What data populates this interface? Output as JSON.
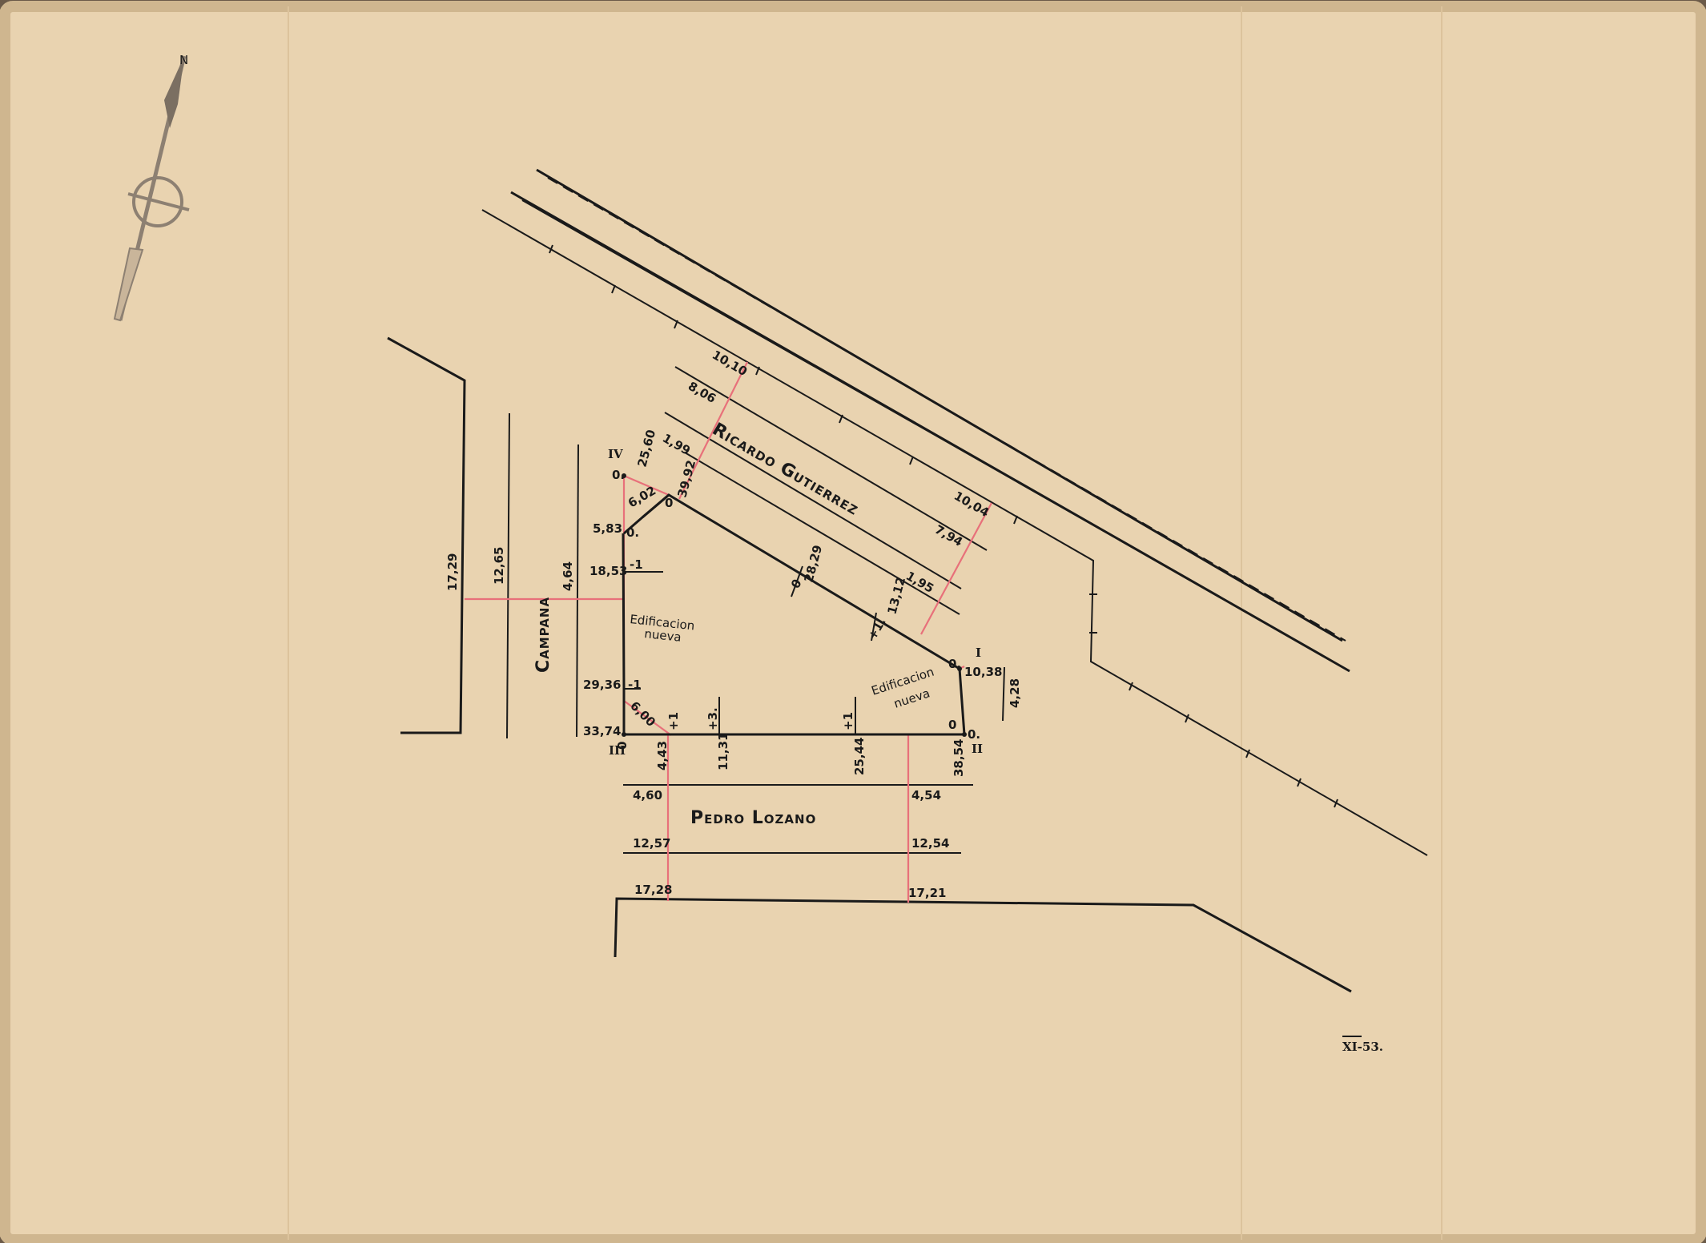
{
  "sheet_ref": "XI-53.",
  "north_label": "N",
  "streets": {
    "ricardo": "Ricardo Gutierrez",
    "campana": "Campana",
    "pedro": "Pedro Lozano"
  },
  "vertices": [
    "IV",
    "I",
    "II",
    "III"
  ],
  "notes": [
    "Edificacion",
    "nueva",
    "Edificacion",
    "nueva"
  ],
  "measures": {
    "r_1010": "10,10",
    "r_806": "8,06",
    "r_199": "1,99",
    "r_1004": "10,04",
    "r_794": "7,94",
    "r_195": "1,95",
    "c_1729": "17,29",
    "c_1265": "12,65",
    "c_464": "4,64",
    "v4_2560": "25,60",
    "v_3992": "39,92",
    "v_602": "6,02",
    "l_583": "5,83",
    "l_1853": "18,53",
    "l_2936": "29,36",
    "l_3374": "33,74",
    "d_600": "6,00",
    "b_443": "4,43",
    "b_1131": "11,31",
    "b_2544": "25,44",
    "b_3854": "38,54",
    "d_2829": "28,29",
    "d_1312": "13,12",
    "i_1038": "10,38",
    "i_428": "4,28",
    "p_460": "4,60",
    "p_454": "4,54",
    "p_1257": "12,57",
    "p_1254": "12,54",
    "p_1728": "17,28",
    "p_1721": "17,21"
  },
  "marks": {
    "zero": "0",
    "zero_dot": "0.",
    "minus1": "-1",
    "plus1": "+1",
    "plus3": "+3.",
    "plus1_dot": "+1."
  }
}
